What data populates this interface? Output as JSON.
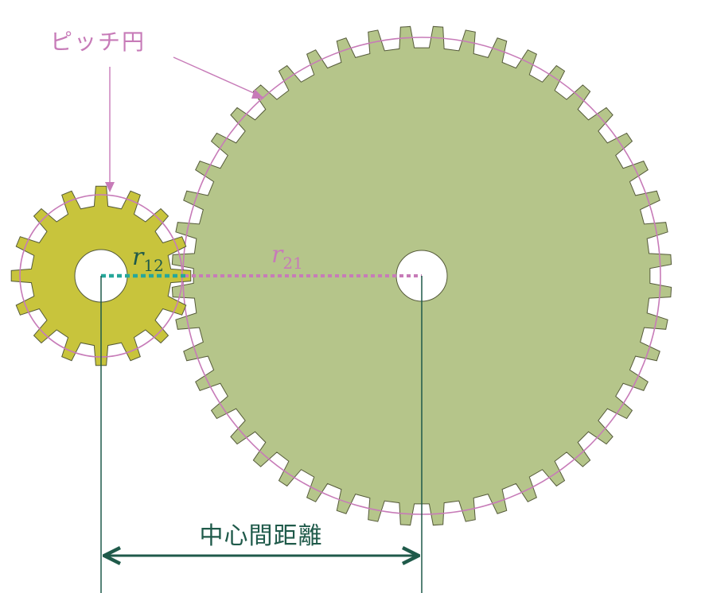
{
  "labels": {
    "pitch_circle": "ピッチ円",
    "center_distance": "中心間距離",
    "r12_base": "r",
    "r12_sub": "12",
    "r21_base": "r",
    "r21_sub": "21"
  },
  "gears": {
    "small": {
      "teeth": 16,
      "body_color": "#c8c43c"
    },
    "large": {
      "teeth": 48,
      "body_color": "#b5c58a"
    }
  },
  "colors": {
    "pitch_circle": "#c77bb8",
    "r12_line": "#27a79a",
    "r21_line": "#c77bb8",
    "r12_text": "#1f5a4a",
    "dimension": "#1f5a4a",
    "gear_outline": "#555a3a"
  }
}
